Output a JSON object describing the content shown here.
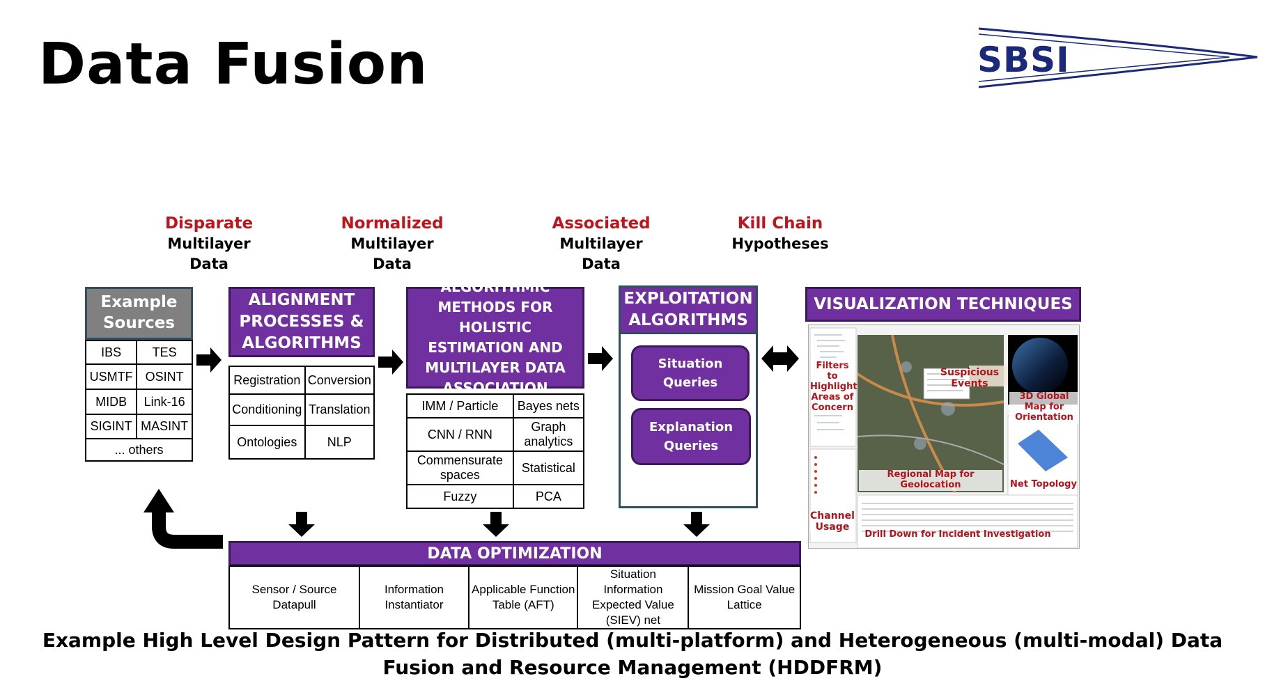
{
  "title": "Data Fusion",
  "logo": {
    "text": "SBSI"
  },
  "stages": [
    {
      "emph": "Disparate",
      "rest": "Multilayer Data"
    },
    {
      "emph": "Normalized",
      "rest": "Multilayer Data"
    },
    {
      "emph": "Associated",
      "rest": "Multilayer Data"
    },
    {
      "emph": "Kill Chain",
      "rest": "Hypotheses"
    }
  ],
  "sources": {
    "header": "Example Sources",
    "rows": [
      [
        "IBS",
        "TES"
      ],
      [
        "USMTF",
        "OSINT"
      ],
      [
        "MIDB",
        "Link-16"
      ],
      [
        "SIGINT",
        "MASINT"
      ]
    ],
    "footer": "... others"
  },
  "alignment": {
    "header": "ALIGNMENT PROCESSES & ALGORITHMS",
    "rows": [
      [
        "Registration",
        "Conversion"
      ],
      [
        "Conditioning",
        "Translation"
      ],
      [
        "Ontologies",
        "NLP"
      ]
    ]
  },
  "algorithmic": {
    "header": "ALGORITHMIC METHODS FOR HOLISTIC ESTIMATION AND MULTILAYER DATA ASSOCIATION",
    "rows": [
      [
        "IMM / Particle",
        "Bayes nets"
      ],
      [
        "CNN / RNN",
        "Graph analytics"
      ],
      [
        "Commensurate spaces",
        "Statistical"
      ],
      [
        "Fuzzy",
        "PCA"
      ]
    ]
  },
  "exploitation": {
    "header": "EXPLOITATION ALGORITHMS",
    "buttons": [
      "Situation Queries",
      "Explanation Queries"
    ]
  },
  "visualization": {
    "header": "VISUALIZATION TECHNIQUES",
    "labels": {
      "filters": "Filters to Highlight Areas of Concern",
      "suspicious": "Suspicious Events",
      "global_map": "3D Global Map for Orientation",
      "regional": "Regional Map for Geolocation",
      "net_topology": "Net Topology",
      "channel": "Channel Usage",
      "drill": "Drill Down for Incident Investigation"
    }
  },
  "optimization": {
    "header": "DATA OPTIMIZATION",
    "cells": [
      "Sensor / Source Datapull",
      "Information Instantiator",
      "Applicable Function Table (AFT)",
      "Situation Information Expected Value (SIEV) net",
      "Mission Goal Value Lattice"
    ]
  },
  "caption": {
    "line1": "Example High Level Design Pattern for Distributed (multi-platform) and Heterogeneous (multi-modal) Data",
    "line2": "Fusion and Resource Management (HDDFRM)"
  },
  "colors": {
    "purple": "#7030a0",
    "red": "#c0141c",
    "gray_header": "#808080",
    "logo_blue": "#1b2a78"
  }
}
